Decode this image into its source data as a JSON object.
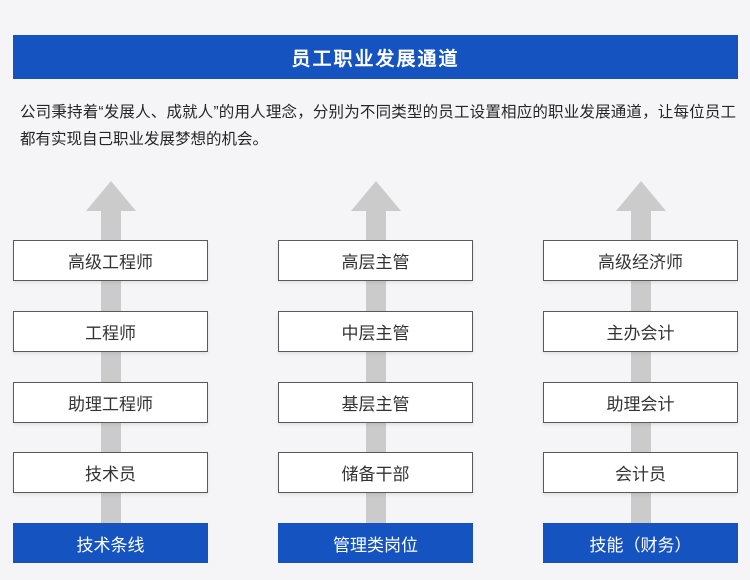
{
  "header": {
    "title": "员工职业发展通道"
  },
  "intro": {
    "text": "公司秉持着“发展人、成就人”的用人理念，分别为不同类型的员工设置相应的职业发展通道，让每位员工都有实现自己职业发展梦想的机会。"
  },
  "tracks": [
    {
      "name": "技术条线",
      "levels": [
        "高级工程师",
        "工程师",
        "助理工程师",
        "技术员"
      ]
    },
    {
      "name": "管理类岗位",
      "levels": [
        "高层主管",
        "中层主管",
        "基层主管",
        "储备干部"
      ]
    },
    {
      "name": "技能（财务）",
      "levels": [
        "高级经济师",
        "主办会计",
        "助理会计",
        "会计员"
      ]
    }
  ],
  "colors": {
    "accent_blue": "#1553c1",
    "arrow_gray": "#cbcbcb",
    "box_border": "#595959",
    "background": "#f5f5f7",
    "text_dark": "#333333",
    "title_text": "#ffffff"
  }
}
